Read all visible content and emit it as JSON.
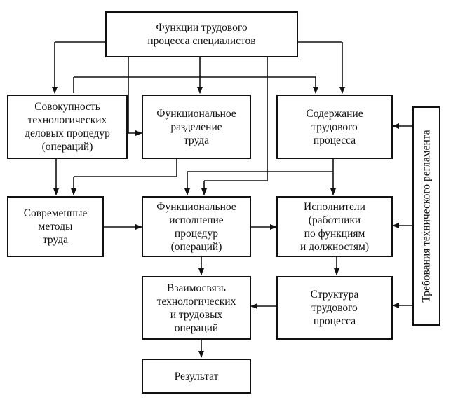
{
  "diagram": {
    "top": "Функции трудового\nпроцесса специалистов",
    "row1": {
      "left": "Совокупность\nтехнологических\nделовых процедур\n(операций)",
      "center": "Функциональное\nразделение\nтруда",
      "right": "Содержание\nтрудового\nпроцесса"
    },
    "row2": {
      "left": "Современные\nметоды\nтруда",
      "center": "Функциональное\nисполнение\nпроцедур\n(операций)",
      "right": "Исполнители\n(работники\nпо функциям\nи должностям)"
    },
    "row3": {
      "center": "Взаимосвязь\nтехнологических\nи трудовых\nопераций",
      "right": "Структура\nтрудового\nпроцесса"
    },
    "result": "Результат",
    "side": "Требования технического регламента"
  }
}
